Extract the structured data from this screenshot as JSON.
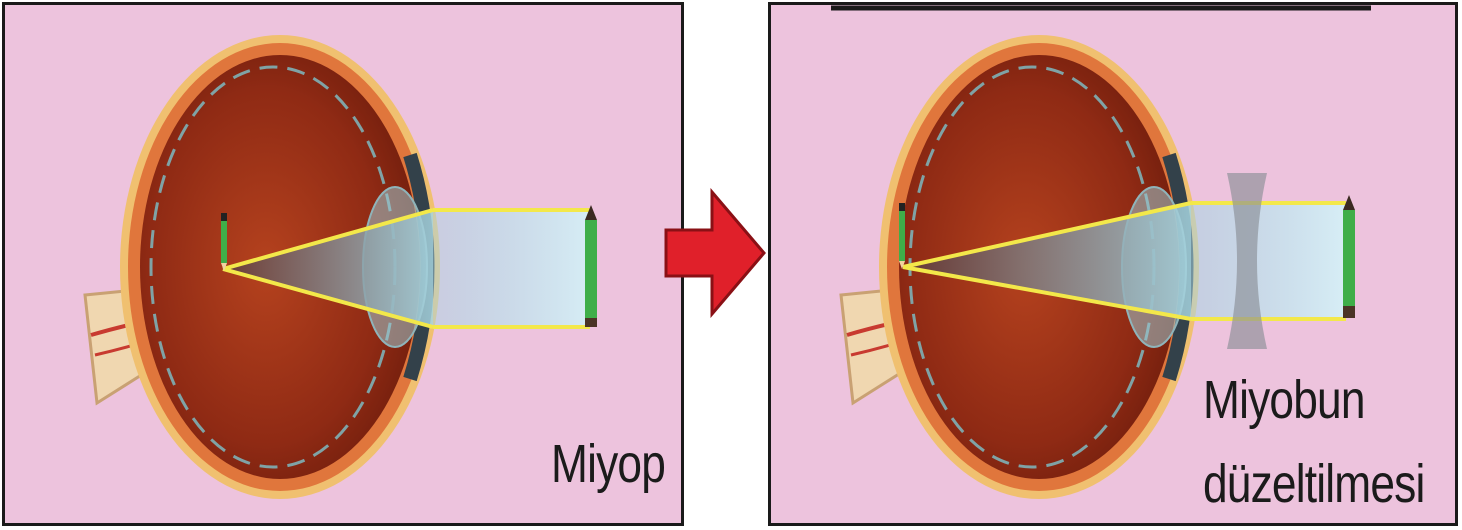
{
  "panels": {
    "left": {
      "caption": "Miyop"
    },
    "right": {
      "caption_line1": "Miyobun",
      "caption_line2": "düzeltilmesi"
    }
  },
  "colors": {
    "background": "#edc3dd",
    "eye_outer": "#e0763c",
    "eye_inner": "#8c2512",
    "light_beam": "#b9e3ef",
    "ray": "#f3e84a",
    "arrow": "#e0202a"
  },
  "icons": [
    "eye-cross-section-icon",
    "pencil-icon",
    "concave-lens-icon",
    "arrow-right-icon"
  ]
}
